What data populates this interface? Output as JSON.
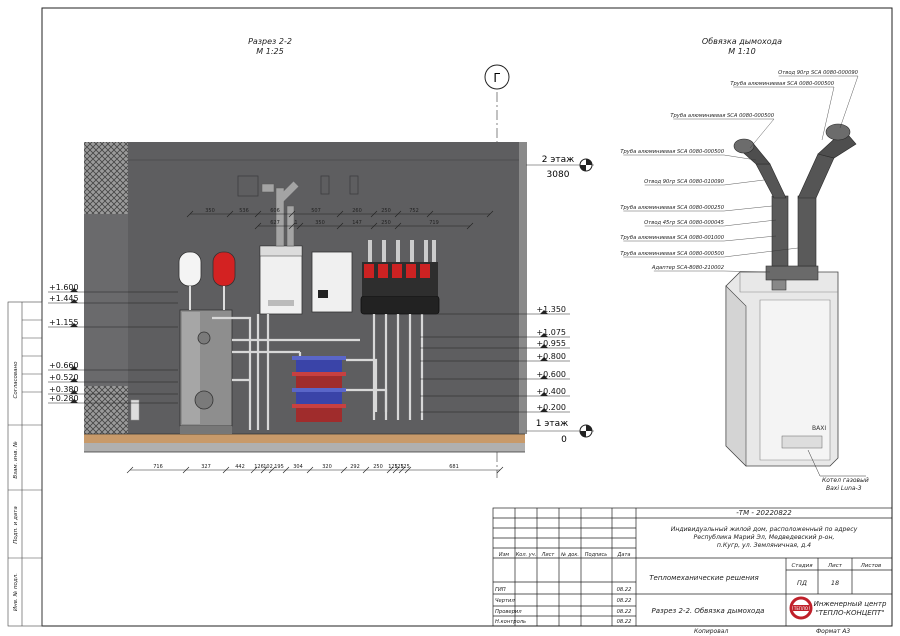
{
  "section": {
    "title": "Разрез 2-2",
    "scale": "М 1:25"
  },
  "flue": {
    "title": "Обвязка дымохода",
    "scale": "М 1:10"
  },
  "axis_label": "Г",
  "floors": [
    {
      "name": "2 этаж",
      "elevation": "3080"
    },
    {
      "name": "1 этаж",
      "elevation": "0"
    }
  ],
  "levels_left": [
    "+1.600",
    "+1.445",
    "+1.155",
    "+0.660",
    "+0.520",
    "+0.380",
    "+0.280"
  ],
  "levels_right": [
    "+1.350",
    "+1.075",
    "+0.955",
    "+0.800",
    "+0.600",
    "+0.400",
    "+0.200"
  ],
  "dims_top1": [
    "350",
    "536",
    "606",
    "507",
    "260",
    "250",
    "752"
  ],
  "dims_top2": [
    "627",
    "1",
    "350",
    "147",
    "250",
    "719"
  ],
  "dims_bottom": [
    "716",
    "327",
    "442",
    "126",
    "102",
    "195",
    "304",
    "320",
    "292",
    "250",
    "125",
    "125",
    "125",
    "681"
  ],
  "flue_labels": [
    "Отвод 90гр SCA 0080-000090",
    "Труба алюминиевая SCA 0080-000500",
    "Труба алюминиевая SCA 0080-000500",
    "Труба алюминиевая SCA 0080-000500",
    "Отвод 90гр SCA 0080-010090",
    "Труба алюминиевая SCA 0080-000250",
    "Отвод 45гр SCA 0080-000045",
    "Труба алюминиевая SCA 0080-001000",
    "Труба алюминиевая SCA 0080-000500",
    "Адаптер SCA-8080-210002"
  ],
  "boiler_label": [
    "Котел газовый",
    "Baxi Luna-3"
  ],
  "side_labels": [
    "Согласовано",
    "Взам. инв. №",
    "Подп. и дата",
    "Инв. № подл."
  ],
  "stamp": {
    "code": "-ТМ - 20220822",
    "object": [
      "Индивидуальный жилой дом, расположенный по адресу",
      "Республика Марий Эл, Медведевский р-он,",
      "п.Кугр, ул. Земляничная, д.4"
    ],
    "headers": [
      "Изм",
      "Кол. уч.",
      "Лист",
      "№ док.",
      "Подпись",
      "Дата"
    ],
    "section_name": "Тепломеханические решения",
    "sheet_headers": [
      "Стадия",
      "Лист",
      "Листов"
    ],
    "stage": "ПД",
    "sheet": "18",
    "sheets": "",
    "drawing_name": "Разрез 2-2. Обвязка дымохода",
    "roles": [
      {
        "role": "ГИП",
        "date": "08.22"
      },
      {
        "role": "Чертил",
        "date": "08.22"
      },
      {
        "role": "Проверил",
        "date": "08.22"
      },
      {
        "role": "Н.контроль",
        "date": "08.22"
      }
    ],
    "company": [
      "Инженерный центр",
      "\"ТЕПЛО-КОНЦЕПТ\""
    ],
    "logo_text": "ТЕПЛО"
  },
  "footer": {
    "copied": "Копировал",
    "format": "Формат А3"
  }
}
